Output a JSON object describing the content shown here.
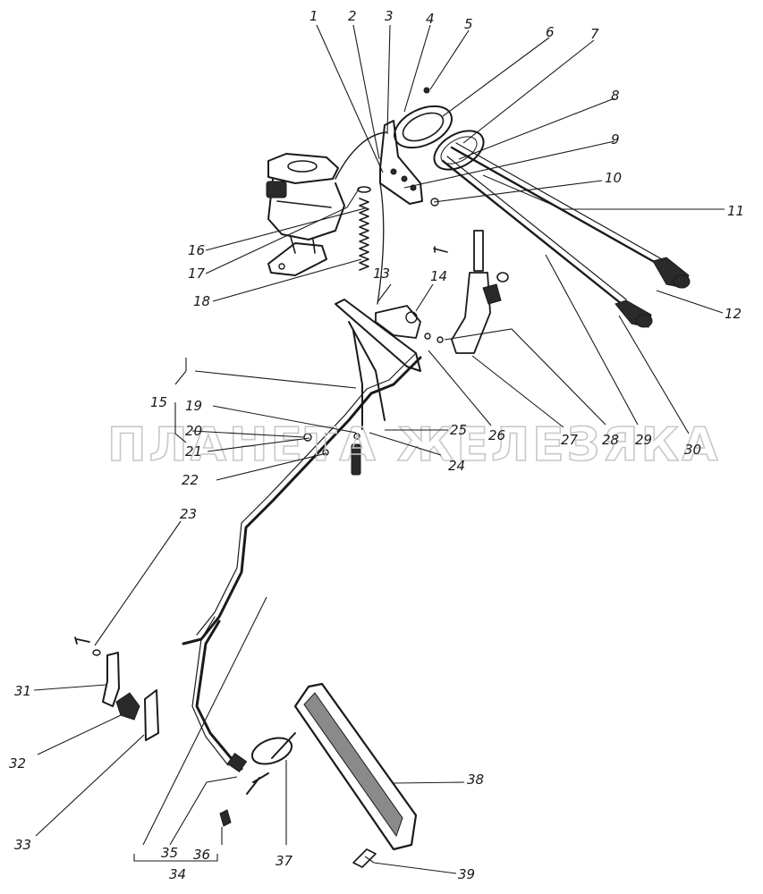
{
  "watermark": "ПЛАНЕТА ЖЕЛЕЗЯКА",
  "labels": {
    "l1": "1",
    "l2": "2",
    "l3": "3",
    "l4": "4",
    "l5": "5",
    "l6": "6",
    "l7": "7",
    "l8": "8",
    "l9": "9",
    "l10": "10",
    "l11": "11",
    "l12": "12",
    "l13": "13",
    "l14": "14",
    "l15": "15",
    "l16": "16",
    "l17": "17",
    "l18": "18",
    "l19": "19",
    "l20": "20",
    "l21": "21",
    "l22": "22",
    "l23": "23",
    "l24": "24",
    "l25": "25",
    "l26": "26",
    "l27": "27",
    "l28": "28",
    "l29": "29",
    "l30": "30",
    "l31": "31",
    "l32": "32",
    "l33": "33",
    "l34": "34",
    "l35": "35",
    "l36": "36",
    "l37": "37",
    "l38": "38",
    "l39": "39"
  }
}
